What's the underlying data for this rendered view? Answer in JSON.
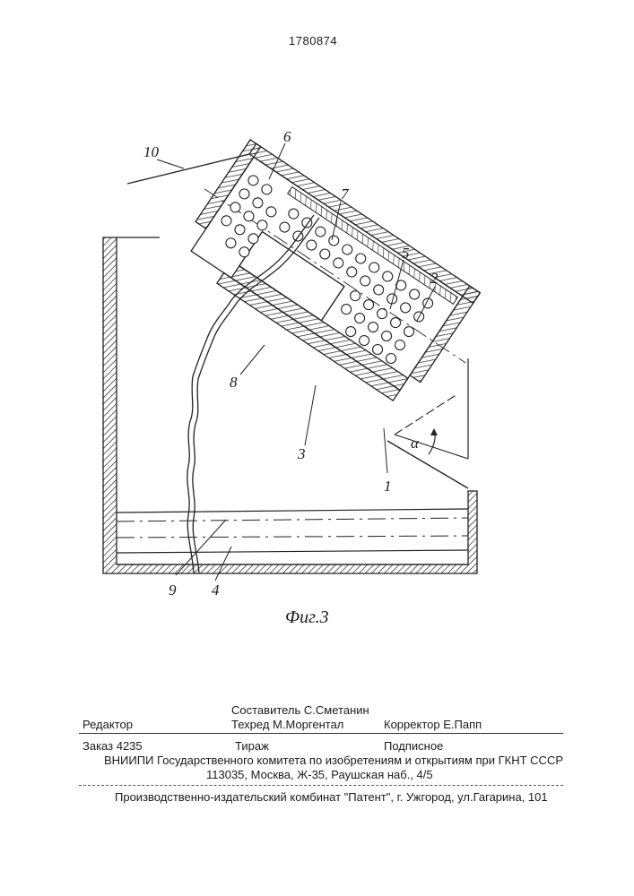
{
  "document": {
    "patent_number": "1780874",
    "figure_caption": "Фиг.3"
  },
  "figure_labels": {
    "l1": "1",
    "l2": "2",
    "l3": "3",
    "l4": "4",
    "l5": "5",
    "l6": "6",
    "l7": "7",
    "l8": "8",
    "l9": "9",
    "l10": "10",
    "alpha": "α"
  },
  "imprint": {
    "compiler": "Составитель  С.Сметанин",
    "editor": "Редактор",
    "techred": "Техред М.Моргентал",
    "corrector": "Корректор  Е.Папп",
    "order": "Заказ 4235",
    "circulation": "Тираж",
    "subscription": "Подписное",
    "institute": "ВНИИПИ Государственного комитета по изобретениям и открытиям при ГКНТ СССР",
    "address": "113035, Москва, Ж-35, Раушская наб., 4/5",
    "publisher": "Производственно-издательский комбинат \"Патент\", г. Ужгород, ул.Гагарина, 101"
  }
}
